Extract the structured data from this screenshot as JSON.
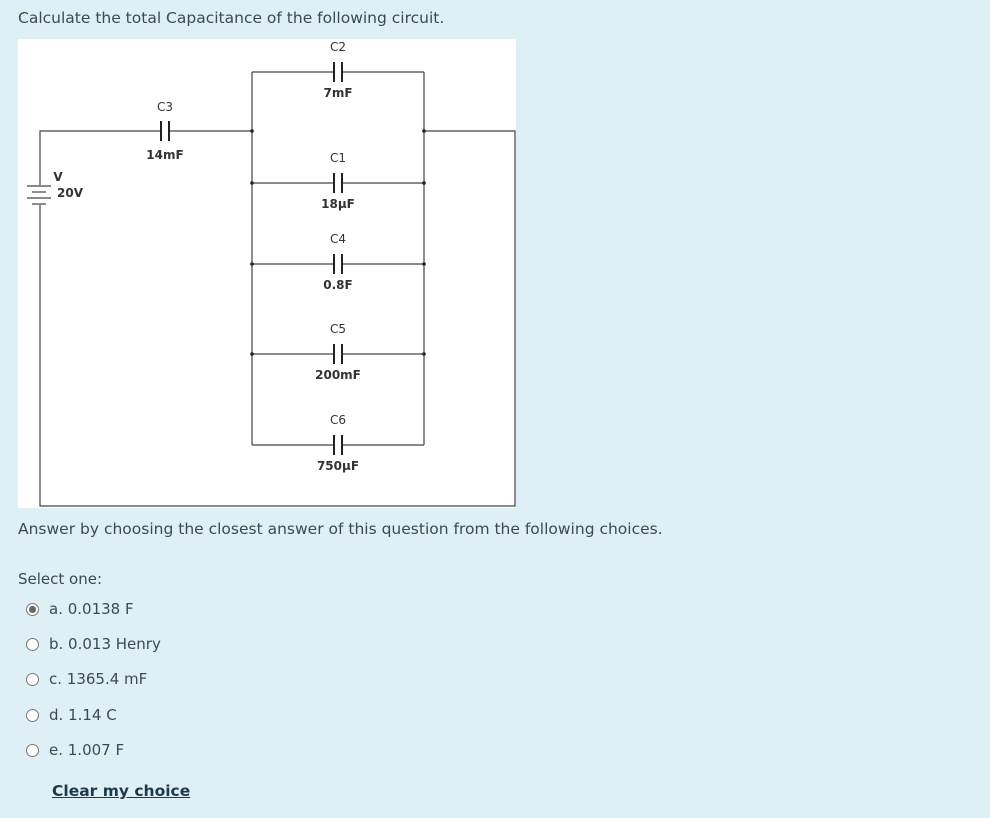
{
  "question": "Calculate the total Capacitance of the following circuit.",
  "circuit": {
    "source": {
      "name": "V",
      "value": "20V"
    },
    "series": {
      "name": "C3",
      "value": "14mF"
    },
    "parallel": [
      {
        "name": "C2",
        "value": "7mF"
      },
      {
        "name": "C1",
        "value": "18µF"
      },
      {
        "name": "C4",
        "value": "0.8F"
      },
      {
        "name": "C5",
        "value": "200mF"
      },
      {
        "name": "C6",
        "value": "750µF"
      }
    ]
  },
  "instruction": "Answer by choosing the closest answer of this question from the following choices.",
  "select_label": "Select one:",
  "options": [
    {
      "label": "a. 0.0138 F",
      "selected": true
    },
    {
      "label": "b. 0.013 Henry",
      "selected": false
    },
    {
      "label": "c. 1365.4 mF",
      "selected": false
    },
    {
      "label": "d. 1.14 C",
      "selected": false
    },
    {
      "label": "e. 1.007 F",
      "selected": false
    }
  ],
  "clear_label": "Clear my choice"
}
